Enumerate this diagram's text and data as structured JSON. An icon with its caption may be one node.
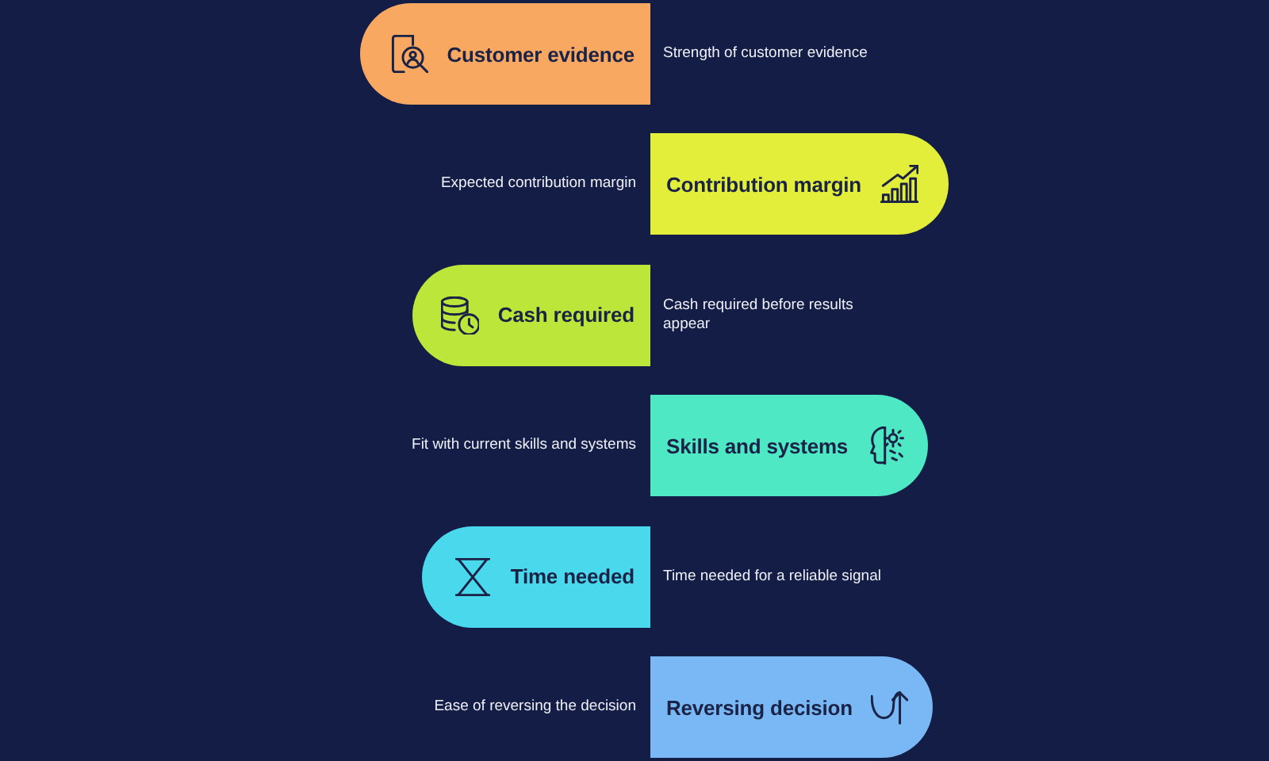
{
  "diagram": {
    "nodes": [
      {
        "text": [
          "Customer evidence"
        ],
        "beside": [
          "Strength of customer evidence"
        ]
      },
      {
        "text": [
          "Contribution margin"
        ],
        "beside": [
          "Expected contribution margin"
        ]
      },
      {
        "text": [
          "Cash required"
        ],
        "beside": [
          "Cash required before results appear"
        ]
      },
      {
        "text": [
          "Skills and systems"
        ],
        "beside": [
          "Fit with current skills and systems"
        ]
      },
      {
        "text": [
          "Time needed"
        ],
        "beside": [
          "Time needed for a reliable signal"
        ]
      },
      {
        "text": [
          "Reversing decision"
        ],
        "beside": [
          "Ease of reversing the decision"
        ]
      }
    ]
  }
}
